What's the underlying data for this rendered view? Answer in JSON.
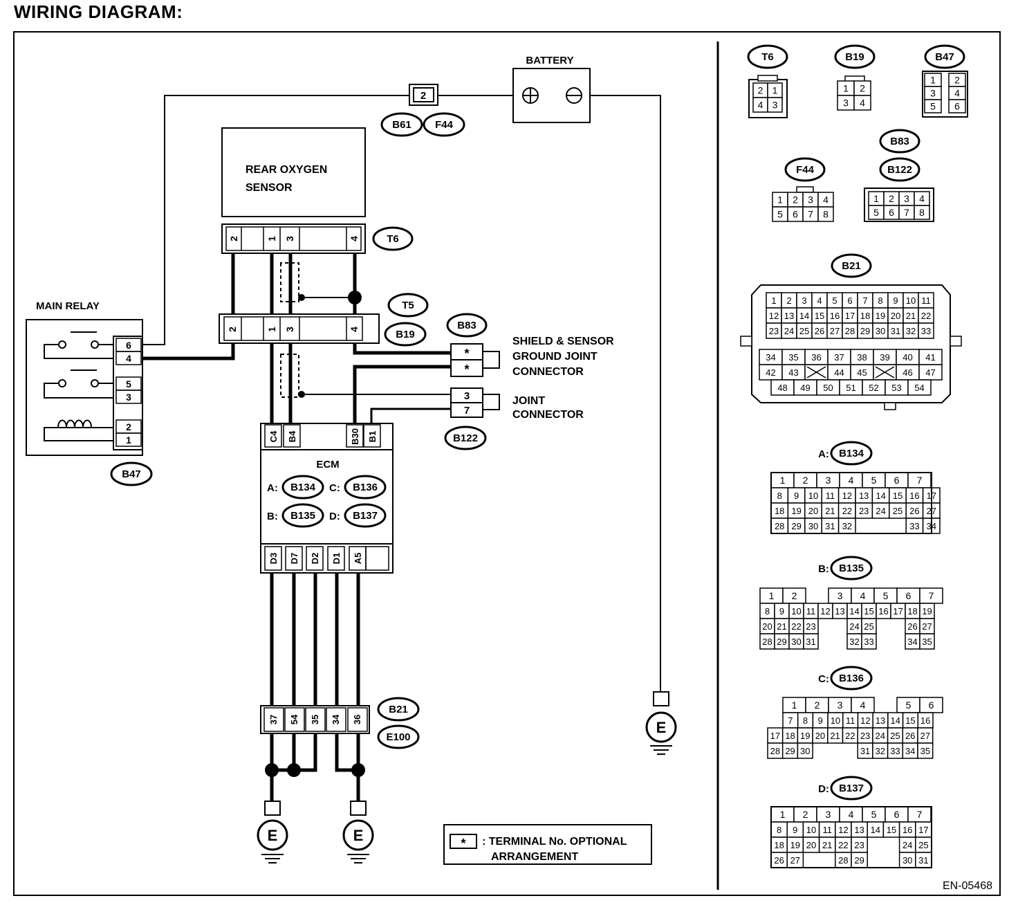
{
  "title": "WIRING DIAGRAM:",
  "figure_id": "EN-05468",
  "components": {
    "battery": "BATTERY",
    "fuse_terminal": "2",
    "rear_o2_line1": "REAR OXYGEN",
    "rear_o2_line2": "SENSOR",
    "main_relay": "MAIN RELAY",
    "relay_pins": [
      "6",
      "4",
      "5",
      "3",
      "2",
      "1"
    ],
    "ecm": "ECM",
    "ecm_conn_labels": [
      "A:",
      "C:",
      "B:",
      "D:"
    ],
    "shield_line1": "SHIELD & SENSOR",
    "shield_line2": "GROUND JOINT",
    "shield_line3": "CONNECTOR",
    "joint_line1": "JOINT",
    "joint_line2": "CONNECTOR",
    "shield_pins": [
      "*",
      "*"
    ],
    "joint_pins": [
      "3",
      "7"
    ],
    "ground_symbol": "E",
    "t6_pins": [
      "2",
      "1",
      "3",
      "4"
    ],
    "b19_pins": [
      "2",
      "1",
      "3",
      "4"
    ],
    "ecm_top_pins": [
      "C4",
      "B4",
      "B30",
      "B1"
    ],
    "ecm_bottom_pins": [
      "D3",
      "D7",
      "D2",
      "D1",
      "A5"
    ],
    "b21_pins": [
      "37",
      "54",
      "35",
      "34",
      "36"
    ]
  },
  "connector_ids": {
    "b61": "B61",
    "f44": "F44",
    "t6": "T6",
    "t5": "T5",
    "b19": "B19",
    "b83": "B83",
    "b122": "B122",
    "b47": "B47",
    "b134": "B134",
    "b135": "B135",
    "b136": "B136",
    "b137": "B137",
    "b21": "B21",
    "e100": "E100"
  },
  "legend": {
    "symbol": "*",
    "line1": ": TERMINAL No. OPTIONAL",
    "line2": "ARRANGEMENT"
  },
  "pinouts": {
    "t6_title": "T6",
    "t6_rows": [
      [
        "2",
        "1"
      ],
      [
        "4",
        "3"
      ]
    ],
    "b19_title": "B19",
    "b19_rows": [
      [
        "1",
        "2"
      ],
      [
        "3",
        "4"
      ]
    ],
    "b47_title": "B47",
    "b47_rows": [
      [
        "1",
        "2"
      ],
      [
        "3",
        "4"
      ],
      [
        "5",
        "6"
      ]
    ],
    "f44_title": "F44",
    "f44_rows": [
      [
        "1",
        "2",
        "3",
        "4"
      ],
      [
        "5",
        "6",
        "7",
        "8"
      ]
    ],
    "b83_title": "B83",
    "b122_title": "B122",
    "b122_rows": [
      [
        "1",
        "2",
        "3",
        "4"
      ],
      [
        "5",
        "6",
        "7",
        "8"
      ]
    ],
    "b21_title": "B21",
    "b21_rows": [
      [
        "1",
        "2",
        "3",
        "4",
        "5",
        "6",
        "7",
        "8",
        "9",
        "10",
        "11"
      ],
      [
        "12",
        "13",
        "14",
        "15",
        "16",
        "17",
        "18",
        "19",
        "20",
        "21",
        "22"
      ],
      [
        "23",
        "24",
        "25",
        "26",
        "27",
        "28",
        "29",
        "30",
        "31",
        "32",
        "33"
      ],
      [
        "34",
        "35",
        "36",
        "37",
        "38",
        "39",
        "40",
        "41"
      ],
      [
        "42",
        "43",
        "",
        "44",
        "45",
        "",
        "46",
        "47"
      ],
      [
        "48",
        "49",
        "50",
        "51",
        "52",
        "53",
        "54"
      ]
    ],
    "b134_title": "B134",
    "b134_prefix": "A:",
    "b134_rows": [
      [
        "1",
        "2",
        "3",
        "4",
        "5",
        "6",
        "7"
      ],
      [
        "8",
        "9",
        "10",
        "11",
        "12",
        "13",
        "14",
        "15",
        "16",
        "17"
      ],
      [
        "18",
        "19",
        "20",
        "21",
        "22",
        "23",
        "24",
        "25",
        "26",
        "27"
      ],
      [
        "28",
        "29",
        "30",
        "31",
        "32",
        "",
        "",
        "",
        "33",
        "34"
      ]
    ],
    "b135_title": "B135",
    "b135_prefix": "B:",
    "b135_rows": [
      [
        "1",
        "2",
        "",
        "3",
        "4",
        "5",
        "6",
        "7"
      ],
      [
        "8",
        "9",
        "10",
        "11",
        "12",
        "13",
        "14",
        "15",
        "16",
        "17",
        "18",
        "19"
      ],
      [
        "20",
        "21",
        "22",
        "23",
        "",
        "",
        "24",
        "25",
        "",
        "",
        "26",
        "27"
      ],
      [
        "28",
        "29",
        "30",
        "31",
        "",
        "",
        "32",
        "33",
        "",
        "",
        "34",
        "35"
      ]
    ],
    "b136_title": "B136",
    "b136_prefix": "C:",
    "b136_rows": [
      [
        "1",
        "2",
        "3",
        "4",
        "",
        "5",
        "6"
      ],
      [
        "7",
        "8",
        "9",
        "10",
        "11",
        "12",
        "13",
        "14",
        "15",
        "16"
      ],
      [
        "17",
        "18",
        "19",
        "20",
        "21",
        "22",
        "23",
        "24",
        "25",
        "26",
        "27"
      ],
      [
        "28",
        "29",
        "30",
        "",
        "",
        "",
        "31",
        "32",
        "33",
        "34",
        "35"
      ]
    ],
    "b137_title": "B137",
    "b137_prefix": "D:",
    "b137_rows": [
      [
        "1",
        "2",
        "3",
        "4",
        "5",
        "6",
        "7"
      ],
      [
        "8",
        "9",
        "10",
        "11",
        "12",
        "13",
        "14",
        "15",
        "16",
        "17"
      ],
      [
        "18",
        "19",
        "20",
        "21",
        "22",
        "23",
        "",
        "",
        "24",
        "25"
      ],
      [
        "26",
        "27",
        "",
        "",
        "28",
        "29",
        "",
        "",
        "30",
        "31"
      ]
    ]
  }
}
